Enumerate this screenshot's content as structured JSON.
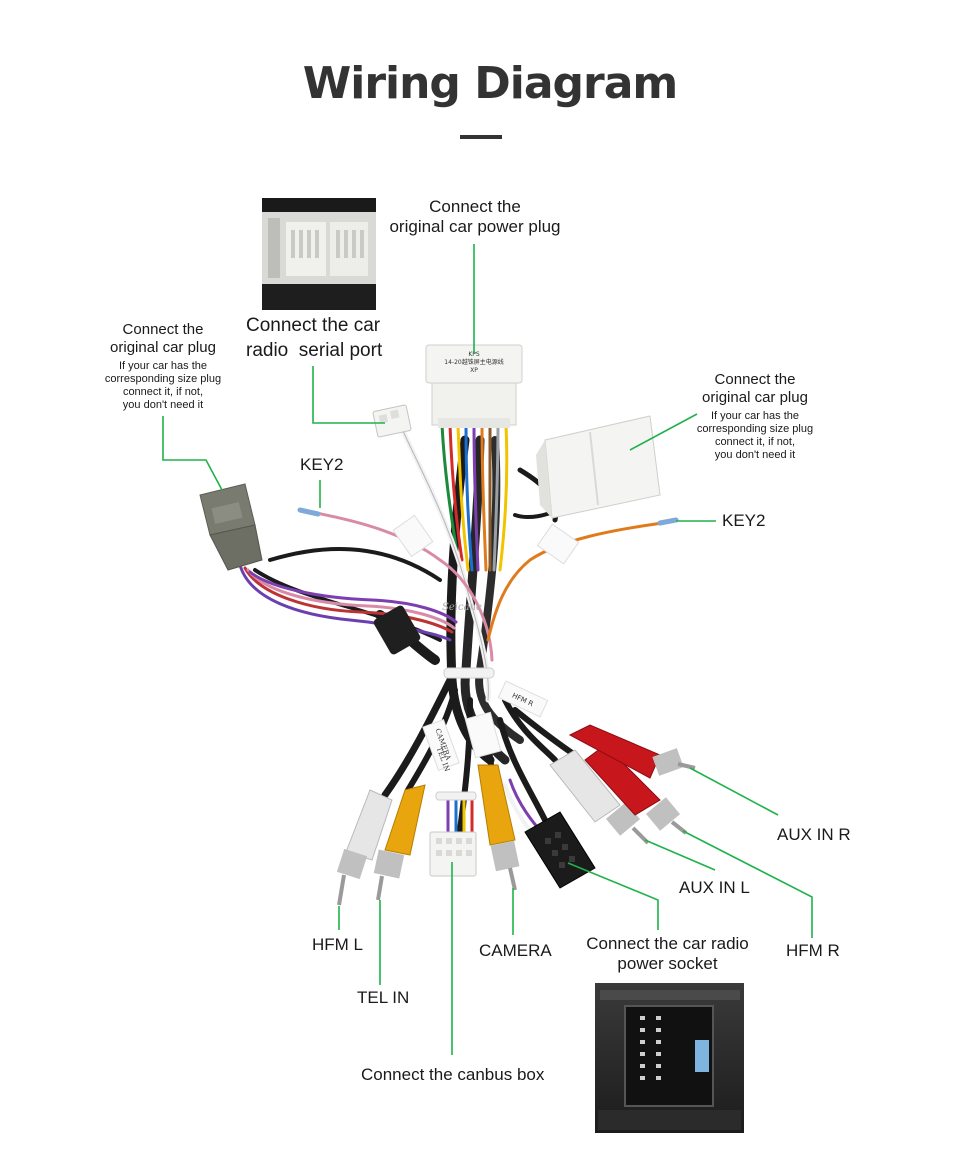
{
  "title": "Wiring Diagram",
  "labels": {
    "power_plug": [
      "Connect the",
      "original car power plug"
    ],
    "serial_port": [
      "Connect the car",
      "radio  serial port"
    ],
    "plug_left": [
      "Connect the",
      "original car plug"
    ],
    "plug_left_note": [
      "If your car has the",
      "corresponding size plug",
      "connect it, if not,",
      "you don't need it"
    ],
    "plug_right": [
      "Connect the",
      "original car plug"
    ],
    "plug_right_note": [
      "If your car has the",
      "corresponding size plug",
      "connect it, if not,",
      "you don't need it"
    ],
    "key2_left": "KEY2",
    "key2_right": "KEY2",
    "aux_in_r": "AUX IN R",
    "aux_in_l": "AUX IN L",
    "hfm_r": "HFM R",
    "hfm_l": "HFM L",
    "camera": "CAMERA",
    "tel_in": "TEL IN",
    "power_socket": [
      "Connect the car radio",
      "power socket"
    ],
    "canbus": "Connect the canbus box"
  },
  "connector_text": {
    "main_plug": [
      "KPS",
      "14-20越铢屏主电源线",
      "XP"
    ],
    "tag_hfm": "HFM R",
    "tag_camera": "CAMERA",
    "tag_tel": "TEL IN",
    "watermark": "Seicane"
  },
  "colors": {
    "leader_line": "#1fb24a",
    "rca_red": "#c8161d",
    "rca_yellow": "#e9a50d",
    "rca_white": "#e6e6e6",
    "connector_white": "#f4f4f2",
    "connector_gray": "#7a7b70",
    "cable_black": "#1b1b1b"
  }
}
